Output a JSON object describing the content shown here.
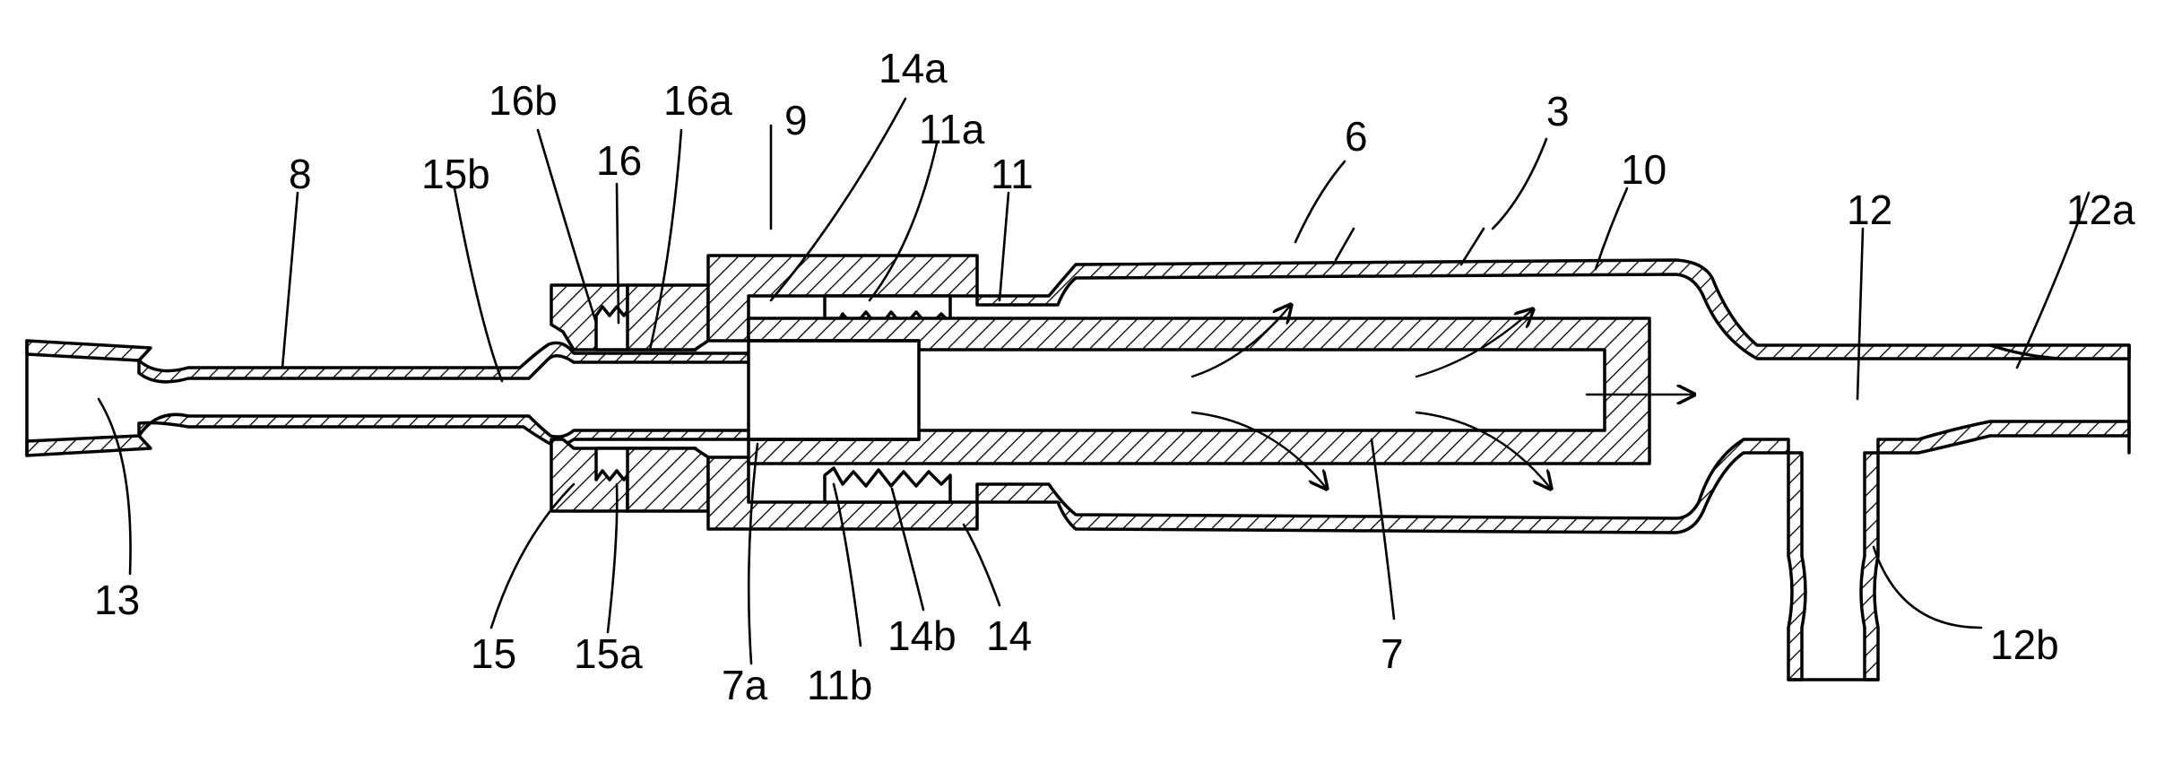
{
  "labels": {
    "l8": "8",
    "l15b": "15b",
    "l16b": "16b",
    "l16": "16",
    "l16a": "16a",
    "l9": "9",
    "l14a": "14a",
    "l11a": "11a",
    "l11": "11",
    "l6": "6",
    "l3": "3",
    "l10": "10",
    "l12": "12",
    "l12a": "12a",
    "l13": "13",
    "l15": "15",
    "l15a": "15a",
    "l7a": "7a",
    "l11b": "11b",
    "l14b": "14b",
    "l14": "14",
    "l7": "7",
    "l12b": "12b"
  },
  "colors": {
    "line": "#000000",
    "background": "#ffffff"
  }
}
